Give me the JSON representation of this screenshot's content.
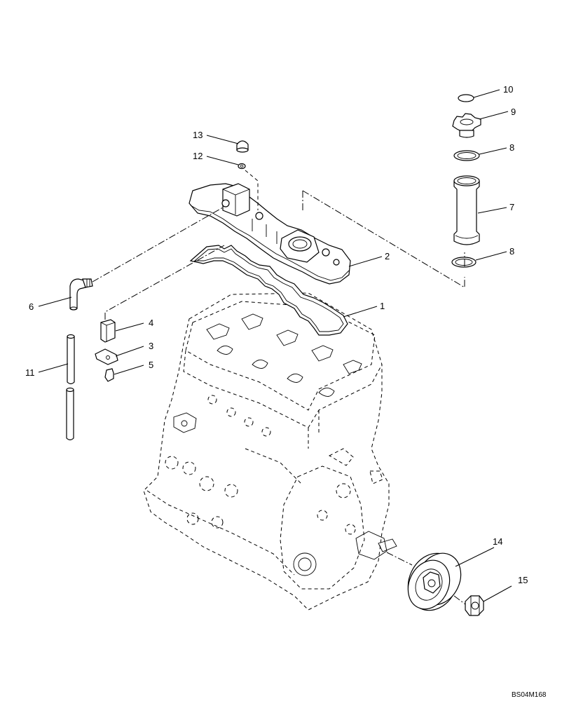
{
  "drawing_code": "BS04M168",
  "callouts": [
    {
      "id": "c1",
      "text": "1"
    },
    {
      "id": "c2",
      "text": "2"
    },
    {
      "id": "c3",
      "text": "3"
    },
    {
      "id": "c4",
      "text": "4"
    },
    {
      "id": "c5",
      "text": "5"
    },
    {
      "id": "c6",
      "text": "6"
    },
    {
      "id": "c7",
      "text": "7"
    },
    {
      "id": "c8a",
      "text": "8"
    },
    {
      "id": "c8b",
      "text": "8"
    },
    {
      "id": "c9",
      "text": "9"
    },
    {
      "id": "c10",
      "text": "10"
    },
    {
      "id": "c11",
      "text": "11"
    },
    {
      "id": "c12",
      "text": "12"
    },
    {
      "id": "c13",
      "text": "13"
    },
    {
      "id": "c14",
      "text": "14"
    },
    {
      "id": "c15",
      "text": "15"
    }
  ]
}
